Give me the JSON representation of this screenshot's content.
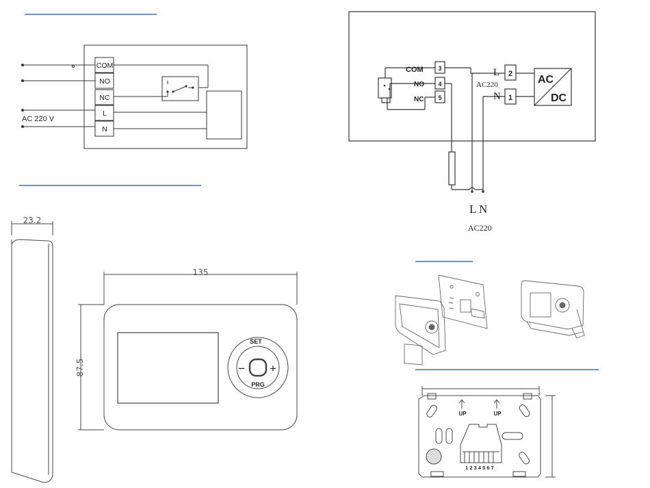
{
  "wiring_a": {
    "terminals": [
      "COM",
      "NO",
      "NC",
      "L",
      "N"
    ],
    "supply_label": "AC 220 V"
  },
  "wiring_b": {
    "terminals": [
      {
        "num": "3",
        "label": "COM"
      },
      {
        "num": "4",
        "label": "NO"
      },
      {
        "num": "5",
        "label": "NC"
      }
    ],
    "power_terminals": [
      {
        "num": "2",
        "label": "L"
      },
      {
        "num": "1",
        "label": "N"
      }
    ],
    "supply_label": "AC220",
    "converter": {
      "top": "AC",
      "bottom": "DC"
    },
    "bottom_labels": {
      "l": "L",
      "n": "N",
      "supply": "AC220"
    }
  },
  "dimensions": {
    "depth": "23.2",
    "width": "135",
    "height": "87.5"
  },
  "front_panel": {
    "set_label": "SET",
    "prg_label": "PRG",
    "minus": "−",
    "plus": "+"
  },
  "backplate": {
    "up_label_left": "UP",
    "up_label_right": "UP",
    "terminal_numbers": "1 2 3 4 5 6 7"
  },
  "colors": {
    "heading_underline": "#3b6fc4",
    "line": "#333333"
  }
}
